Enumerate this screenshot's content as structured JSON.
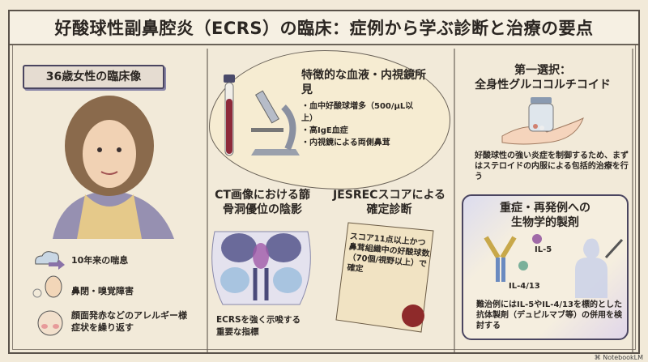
{
  "title": "好酸球性副鼻腔炎（ECRS）の臨床：症例から学ぶ診断と治療の要点",
  "patient": {
    "banner": "36歳女性の臨床像",
    "symptoms": [
      {
        "icon": "cloud-arrow-icon",
        "text": "10年来の喘息"
      },
      {
        "icon": "face-breath-icon",
        "text": "鼻閉・嗅覚障害"
      },
      {
        "icon": "flushed-face-icon",
        "text": "顔面発赤などのアレルギー様症状を繰り返す"
      }
    ]
  },
  "findings": {
    "title": "特徴的な血液・内視鏡所見",
    "items": [
      "血中好酸球増多（500/μL以上）",
      "高IgE血症",
      "内視鏡による両側鼻茸"
    ]
  },
  "ct": {
    "title": "CT画像における篩骨洞優位の陰影",
    "caption": "ECRSを強く示唆する重要な指標"
  },
  "jesrec": {
    "title": "JESRECスコアによる確定診断",
    "scroll": "スコア11点以上かつ鼻茸組織中の好酸球数（70個/視野以上）で確定"
  },
  "first_line": {
    "title_line1": "第一選択：",
    "title_line2": "全身性グルココルチコイド",
    "text": "好酸球性の強い炎症を制御するため、まずはステロイドの内服による包括的治療を行う"
  },
  "biologics": {
    "title_line1": "重症・再発例への",
    "title_line2": "生物学的製剤",
    "il5": "IL-5",
    "il413": "IL-4/13",
    "text": "難治例にはIL-5やIL-4/13を標的とした抗体製剤（デュピルマブ等）の併用を検討する"
  },
  "footer": "NotebookLM"
}
